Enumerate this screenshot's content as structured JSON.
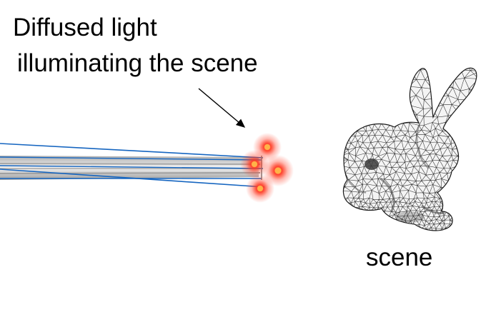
{
  "annotation": {
    "line1": "Diffused light",
    "line2": "illuminating the scene"
  },
  "scene_label": "scene",
  "colors": {
    "fiber_outline": "#1565c0",
    "fiber_core": "#d9d9d9",
    "glow_center": "#ff2a1a",
    "glow_hot": "#ffd27a",
    "mesh_stroke": "#2a2a2a",
    "mesh_fill": "#f4f4f4",
    "arrow": "#000000"
  },
  "light_sources": 4,
  "object_icon": "stanford-bunny-mesh"
}
